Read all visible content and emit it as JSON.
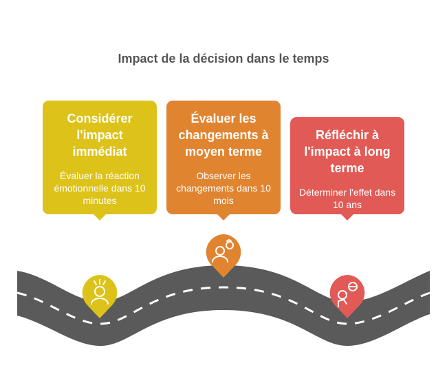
{
  "title": "Impact de la décision dans le temps",
  "cards": [
    {
      "title": "Considérer l'impact immédiat",
      "desc": "Évaluer la réaction émotionnelle dans 10 minutes",
      "color": "#ddc21a",
      "icon": "stressed-face-icon"
    },
    {
      "title": "Évaluer les changements à moyen terme",
      "desc": "Observer les changements dans 10 mois",
      "color": "#e18430",
      "icon": "person-changing-icon"
    },
    {
      "title": "Réfléchir à l'impact à long terme",
      "desc": "Déterminer l'effet dans 10 ans",
      "color": "#e25a55",
      "icon": "person-thinking-icon"
    }
  ],
  "road": {
    "color": "#5a5a5a",
    "dash_color": "#ffffff"
  }
}
